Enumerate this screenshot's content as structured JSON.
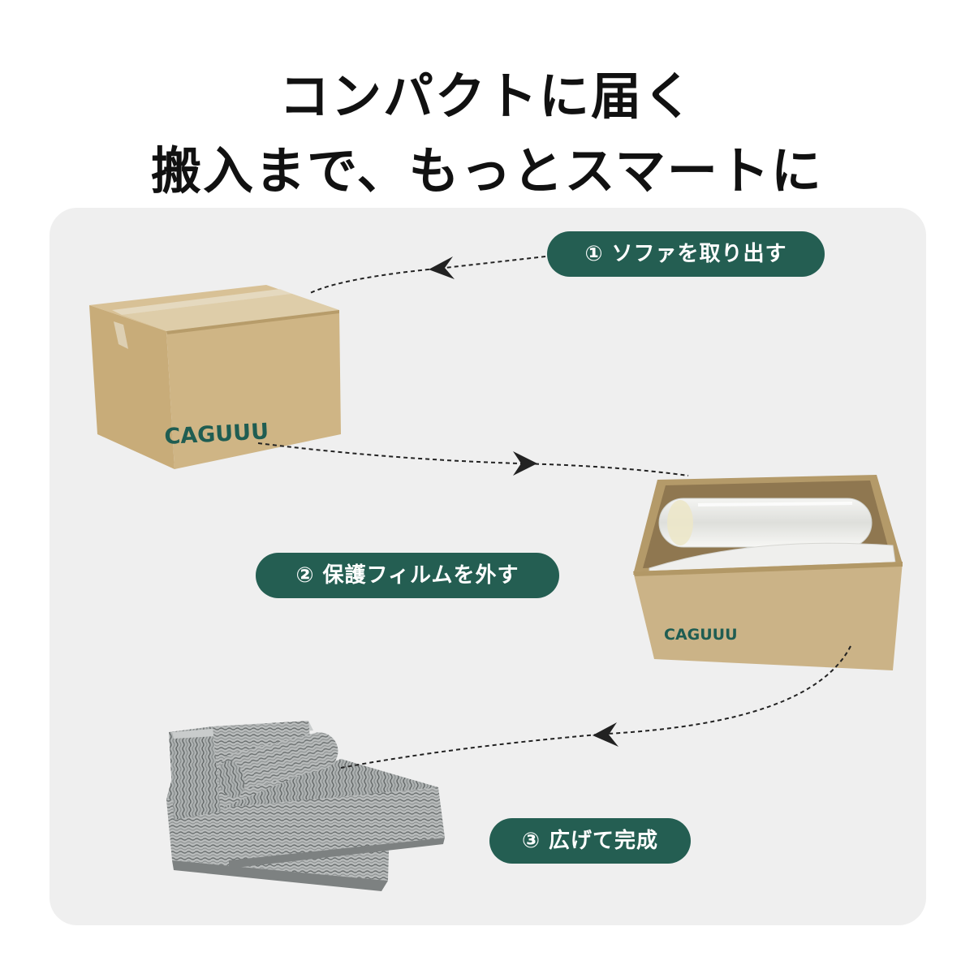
{
  "headline": {
    "line1": "コンパクトに届く",
    "line2": "搬入まで、もっとスマートに"
  },
  "steps": [
    {
      "label": "① ソファを取り出す"
    },
    {
      "label": "② 保護フィルムを外す"
    },
    {
      "label": "③ 広げて完成"
    }
  ],
  "brand": {
    "closed_box_logo": "CAGUUU",
    "open_box_logo": "CAGUUU"
  },
  "colors": {
    "pill_bg": "#245e52",
    "logo": "#1f5d52",
    "cardboard": "#c7ad7b",
    "panel": "#efefef"
  }
}
